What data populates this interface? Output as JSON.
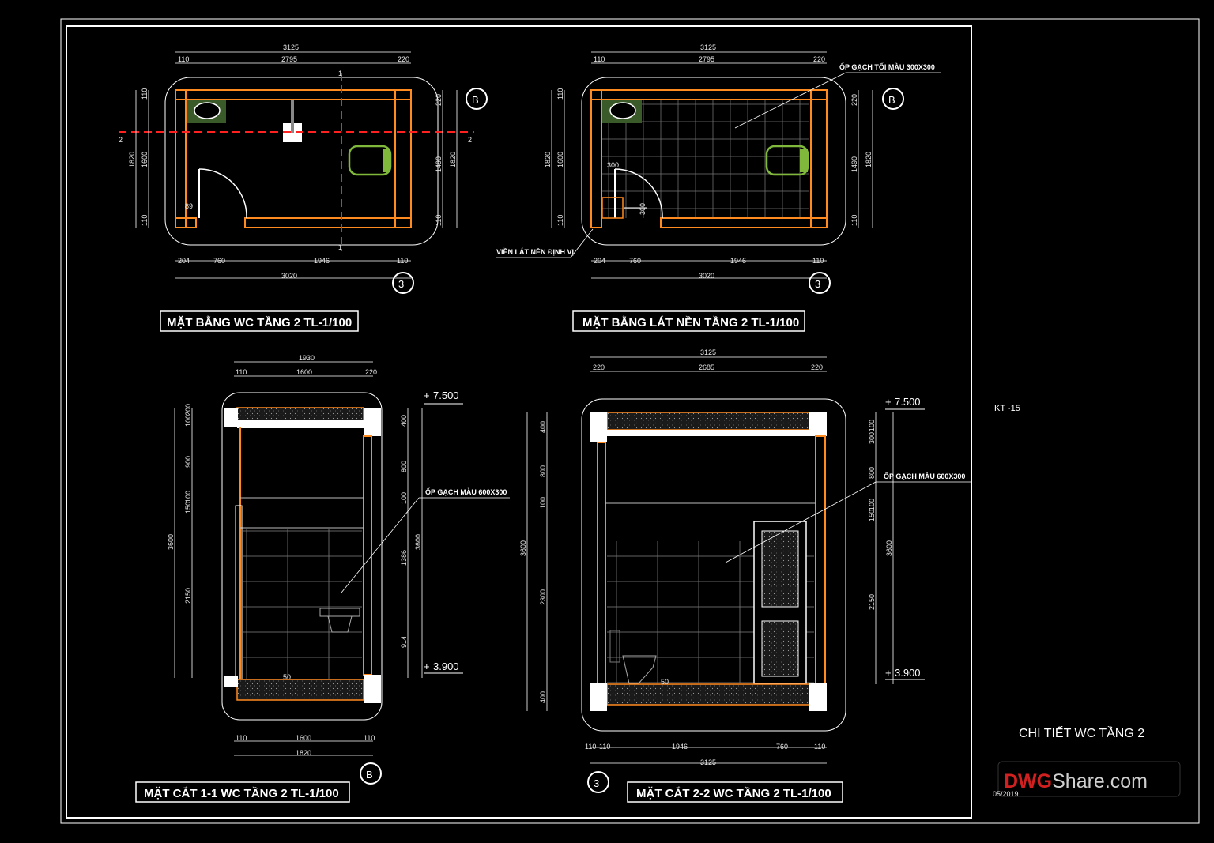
{
  "colors": {
    "background": "#000000",
    "frame": "#ffffff",
    "wall": "#ff8a1f",
    "dim": "#e8e8e8",
    "section_line": "#ff2020",
    "tile": "#6f6f6f",
    "grid_line": "#bbbbbb",
    "fixture": "#7fb83a"
  },
  "sheet": {
    "code": "KT -15",
    "title": "CHI TIẾT WC TẦNG 2",
    "date": "05/2019",
    "watermark_a": "DWG",
    "watermark_b": "Share.com"
  },
  "views": {
    "plan_wc": {
      "title": "MẶT BẰNG WC TẦNG 2 TL-1/100",
      "grid_axis_b": "B",
      "grid_axis_3": "3",
      "top_total": "3125",
      "top_l": "110",
      "top_mid": "2795",
      "top_r": "220",
      "bot_1": "204",
      "bot_2": "760",
      "bot_3": "1946",
      "bot_4": "110",
      "bot_total": "3020",
      "left_a": "110",
      "left_b": "1600",
      "left_c": "110",
      "left_total": "1820",
      "right_a": "220",
      "right_b": "1490",
      "right_c": "110",
      "right_total": "1820",
      "cut_1a": "1",
      "cut_1b": "1",
      "cut_2a": "2",
      "cut_2b": "2",
      "door_dim": "89"
    },
    "plan_tile": {
      "title": "MẶT BẰNG LÁT NỀN TẦNG 2 TL-1/100",
      "grid_axis_b": "B",
      "grid_axis_3": "3",
      "note_tile": "ỐP GẠCH TỐI MÀU 300X300",
      "note_border": "VIỀN LÁT NỀN ĐỊNH VỊ",
      "top_total": "3125",
      "top_l": "110",
      "top_mid": "2795",
      "top_r": "220",
      "bot_1": "204",
      "bot_2": "760",
      "bot_3": "1946",
      "bot_4": "110",
      "bot_total": "3020",
      "left_a": "110",
      "left_b": "1600",
      "left_c": "110",
      "left_total": "1820",
      "right_a": "220",
      "right_b": "1490",
      "right_c": "110",
      "right_total": "1820",
      "marker_a": "300",
      "marker_b": "300"
    },
    "section_11": {
      "title": "MẶT CẮT 1-1 WC TẦNG 2 TL-1/100",
      "grid_axis_b": "B",
      "note_tile": "ỐP GẠCH MÀU 600X300",
      "level_top": "7.500",
      "level_bot": "3.900",
      "top_total": "1930",
      "top_l": "110",
      "top_mid": "1600",
      "top_r": "220",
      "bot_l": "110",
      "bot_mid": "1600",
      "bot_r": "110",
      "bot_total": "1820",
      "left_a": "100",
      "left_b": "200",
      "left_c": "900",
      "left_d": "150",
      "left_e": "100",
      "left_f": "2150",
      "left_total": "3600",
      "right_a": "400",
      "right_b": "800",
      "right_c": "100",
      "right_d": "1386",
      "right_e": "914",
      "right_total": "3600",
      "floor_mark": "50"
    },
    "section_22": {
      "title": "MẶT CẮT 2-2 WC TẦNG 2 TL-1/100",
      "grid_axis_3": "3",
      "note_tile": "ỐP GẠCH MÀU 600X300",
      "level_top": "7.500",
      "level_bot": "3.900",
      "top_total": "3125",
      "top_l": "220",
      "top_mid": "2685",
      "top_r": "220",
      "bot_1": "110",
      "bot_2": "110",
      "bot_3": "1946",
      "bot_4": "760",
      "bot_5": "110",
      "bot_total": "3125",
      "left_a": "400",
      "left_b": "800",
      "left_c": "100",
      "left_d": "2300",
      "left_e": "400",
      "left_total": "3600",
      "right_a": "100",
      "right_b": "300",
      "right_c": "800",
      "right_d": "150",
      "right_e": "100",
      "right_f": "2150",
      "right_total": "3600",
      "floor_mark": "50"
    }
  }
}
